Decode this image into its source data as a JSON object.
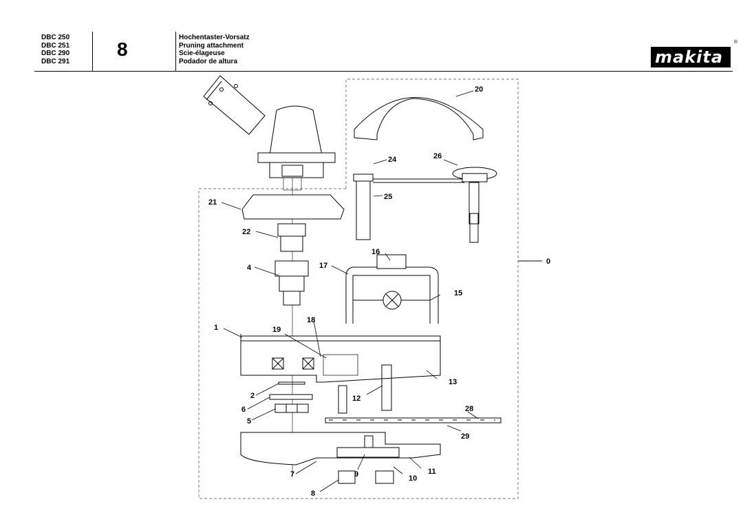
{
  "header": {
    "models": [
      "DBC 250",
      "DBC 251",
      "DBC 290",
      "DBC 291"
    ],
    "page_number": "8",
    "titles": [
      "Hochentaster-Vorsatz",
      "Pruning attachment",
      "Scie-élageuse",
      "Podador de altura"
    ],
    "logo_text": "makita",
    "logo_mark": "®"
  },
  "parts": {
    "p0": "0",
    "p1": "1",
    "p2": "2",
    "p4": "4",
    "p5": "5",
    "p6": "6",
    "p7": "7",
    "p8": "8",
    "p9": "9",
    "p10": "10",
    "p11": "11",
    "p12": "12",
    "p13": "13",
    "p15": "15",
    "p16": "16",
    "p17": "17",
    "p18": "18",
    "p19": "19",
    "p20": "20",
    "p21": "21",
    "p22": "22",
    "p24": "24",
    "p25": "25",
    "p26": "26",
    "p28": "28",
    "p29": "29"
  }
}
